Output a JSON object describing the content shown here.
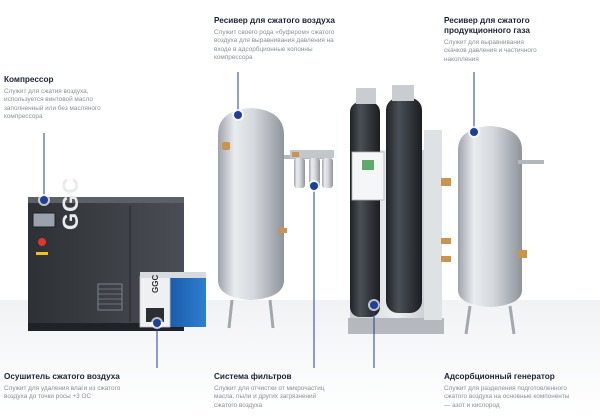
{
  "callouts": {
    "receiver": {
      "title": "Ресивер для сжатого воздуха",
      "lines": [
        "Служит своего рода «буфером» сжатого",
        "воздуха для выравнивания давления на",
        "входе в адсорбционные колонны",
        "компрессора"
      ]
    },
    "product_receiver": {
      "title_lines": [
        "Ресивер для сжатого",
        "продукционного газа"
      ],
      "lines": [
        "Служит для выравнивания",
        "скачков давления и частичного",
        "накопления"
      ]
    },
    "compressor": {
      "title": "Компрессор",
      "lines": [
        "Служит для сжатия воздуха,",
        "используется винтовой масло",
        "заполненный или без масляного",
        "компрессора"
      ]
    },
    "dryer": {
      "title": "Осушитель сжатого воздуха",
      "lines": [
        "Служит для удаления влаги из сжатого",
        "воздуха до точки росы +3 ОС"
      ]
    },
    "filters": {
      "title": "Система фильтров",
      "lines": [
        "Служит для отчистки от микрочастиц",
        "масла, пыли и других загрязнений",
        "сжатого воздуха"
      ]
    },
    "generator": {
      "title": "Адсорбционный генератор",
      "lines": [
        "Служит для разделения подготовленного",
        "сжатого воздуха на основные компоненты",
        "— азот и кислород"
      ]
    }
  },
  "brand": {
    "compressor_logo": "GGC",
    "dryer_logo": "GGC"
  },
  "colors": {
    "marker": "#1f3f9a",
    "line": "#1f3f9a",
    "title": "#1b2236",
    "body": "#8a8f98",
    "compressor_body": "#3b3f44",
    "dryer_blue": "#1d63b8",
    "tank_steel": "#cfd3d8",
    "column_dark": "#2e3338",
    "brass": "#c9944c"
  }
}
